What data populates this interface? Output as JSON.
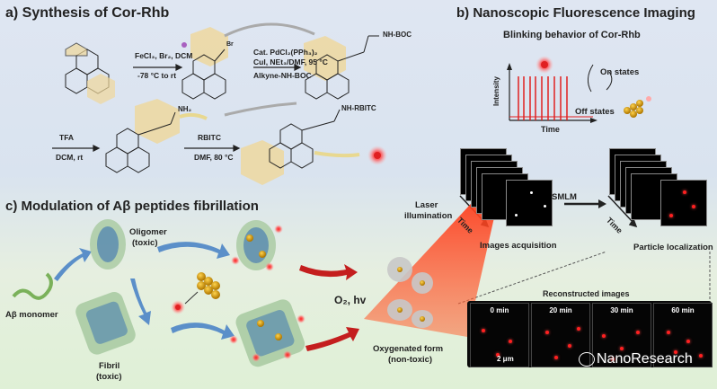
{
  "panel_a": {
    "title": "a) Synthesis of Cor-Rhb",
    "step1_reagents": "FeCl₃, Br₂, DCM",
    "step1_conditions": "-78 °C to rt",
    "br_label": "Br",
    "step2_catalyst": "Cat. PdCl₂(PPh₃)₂",
    "step2_reagents": "CuI, NEt₃/DMF, 95 °C",
    "step2_alkyne": "Alkyne-NH-BOC",
    "boc_label": "NH-BOC",
    "step3_reagent": "TFA",
    "step3_conditions": "DCM, rt",
    "nh2_label": "NH₂",
    "step4_reagent": "RBITC",
    "step4_conditions": "DMF, 80 °C",
    "rbitc_label": "NH-RBITC"
  },
  "panel_b": {
    "title": "b) Nanoscopic Fluorescence Imaging",
    "subtitle": "Blinking behavior of Cor-Rhb",
    "y_axis": "Intensity",
    "x_axis": "Time",
    "on_states": "On states",
    "off_states": "Off states",
    "time_left": "Time",
    "time_right": "Time",
    "smlm": "SMLM",
    "images_acquisition": "Images acquisition",
    "particle_localization": "Particle localization",
    "reconstructed": "Reconstructed images",
    "recon_times": [
      "0 min",
      "20 min",
      "30 min",
      "60 min"
    ],
    "scale_bar": "2 μm",
    "watermark": "NanoResearch"
  },
  "panel_c": {
    "title": "c) Modulation of Aβ peptides fibrillation",
    "monomer": "Aβ monomer",
    "oligomer_line1": "Oligomer",
    "oligomer_line2": "(toxic)",
    "fibril_line1": "Fibril",
    "fibril_line2": "(toxic)",
    "laser_line1": "Laser",
    "laser_line2": "illumination",
    "o2_hv": "O₂, hv",
    "oxygenated_line1": "Oxygenated form",
    "oxygenated_line2": "(non-toxic)"
  }
}
